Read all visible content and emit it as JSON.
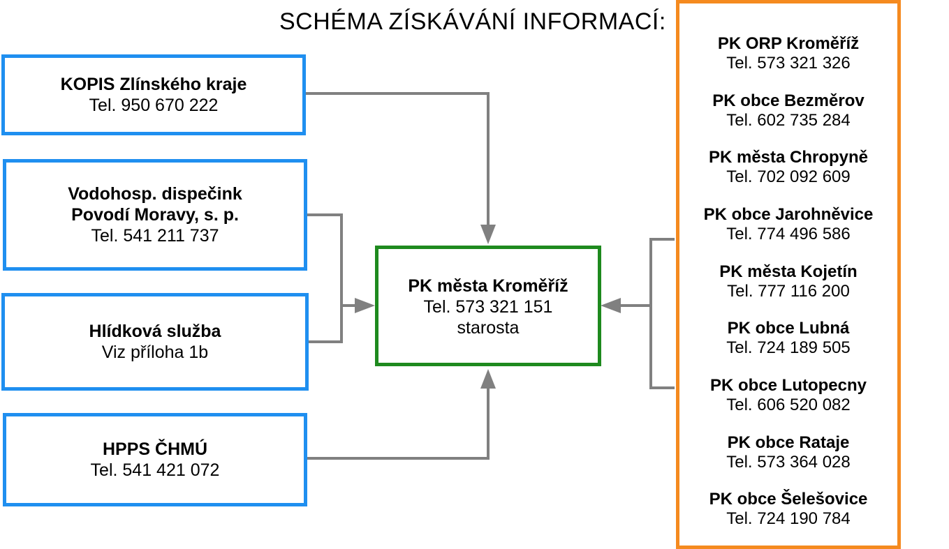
{
  "title": "SCHÉMA ZÍSKÁVÁNÍ INFORMACÍ:",
  "colors": {
    "source_border": "#1f8ff0",
    "center_border": "#1e8a1e",
    "contacts_border": "#f58a1f",
    "connector": "#808080"
  },
  "sources": [
    {
      "name": "KOPIS Zlínského kraje",
      "detail": "Tel. 950 670 222"
    },
    {
      "name_line1": "Vodohosp. dispečink",
      "name_line2": "Povodí Moravy, s. p.",
      "detail": "Tel. 541 211 737"
    },
    {
      "name": "Hlídková služba",
      "detail": "Viz příloha 1b"
    },
    {
      "name": "HPPS ČHMÚ",
      "detail": "Tel. 541 421 072"
    }
  ],
  "center": {
    "name": "PK města Kroměříž",
    "phone": "Tel. 573 321 151",
    "role": "starosta"
  },
  "contacts": [
    {
      "name": "PK ORP Kroměříž",
      "phone": "Tel. 573 321 326"
    },
    {
      "name": "PK obce Bezměrov",
      "phone": "Tel. 602 735 284"
    },
    {
      "name": "PK města Chropyně",
      "phone": "Tel. 702 092 609"
    },
    {
      "name": "PK obce Jarohněvice",
      "phone": "Tel. 774 496 586"
    },
    {
      "name": "PK města Kojetín",
      "phone": "Tel. 777 116 200"
    },
    {
      "name": "PK obce Lubná",
      "phone": "Tel. 724 189 505"
    },
    {
      "name": "PK obce Lutopecny",
      "phone": "Tel. 606 520 082"
    },
    {
      "name": "PK obce Rataje",
      "phone": "Tel. 573 364 028"
    },
    {
      "name": "PK obce Šelešovice",
      "phone": "Tel. 724 190 784"
    }
  ]
}
